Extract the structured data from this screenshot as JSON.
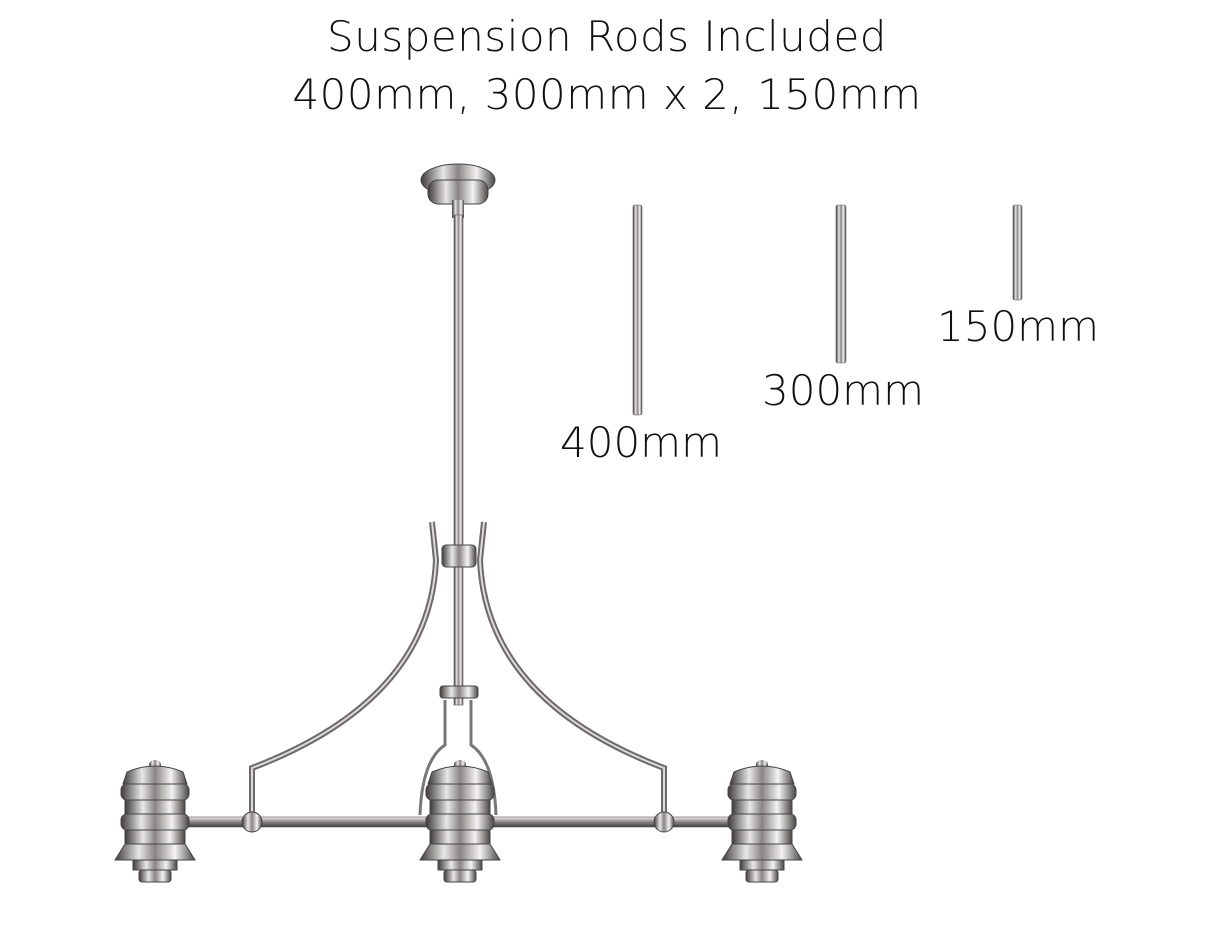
{
  "title": {
    "line1": "Suspension Rods Included",
    "line2": "400mm, 300mm x 2, 150mm"
  },
  "rods": [
    {
      "label": "400mm",
      "length_mm": 400
    },
    {
      "label": "300mm",
      "length_mm": 300
    },
    {
      "label": "150mm",
      "length_mm": 150
    }
  ],
  "colors": {
    "metal": "#b8b4b4",
    "metal_dark": "#4a4646",
    "text": "#111111"
  }
}
